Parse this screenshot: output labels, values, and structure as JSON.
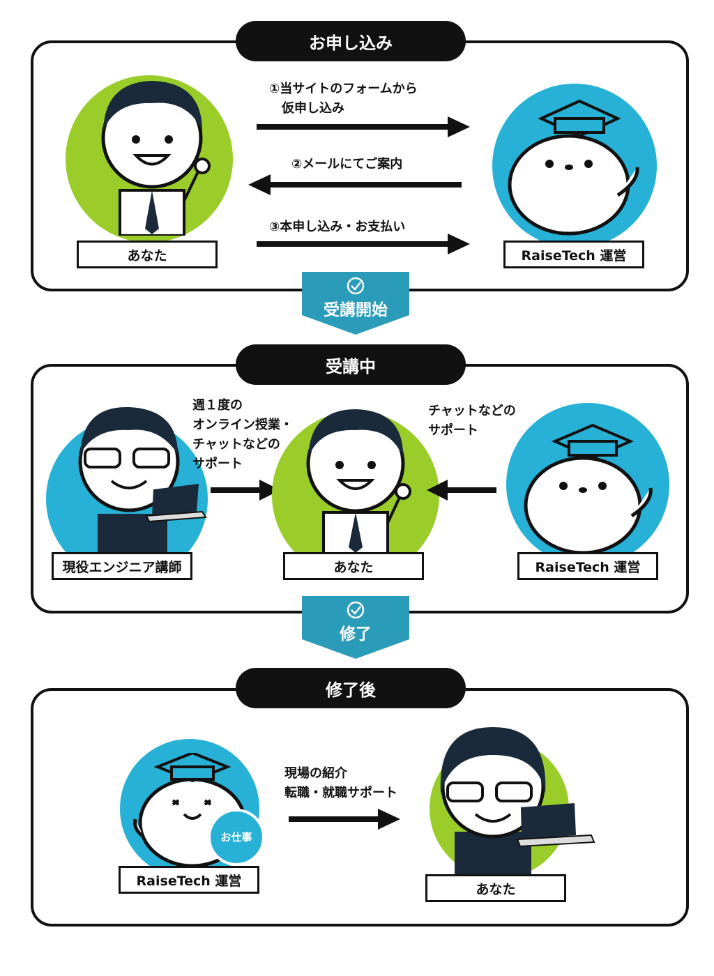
{
  "sections": {
    "apply": {
      "title": "お申し込み",
      "steps": [
        "①当サイトのフォームから\n　仮申し込み",
        "②メールにてご案内",
        "③本申し込み・お支払い"
      ],
      "you_label": "あなた",
      "raisetech_label": "RaiseTech 運営"
    },
    "studying": {
      "title": "受講中",
      "left_text": "週１度の\nオンライン授業・\nチャットなどの\nサポート",
      "right_text": "チャットなどの\nサポート",
      "instructor_label": "現役エンジニア講師",
      "you_label": "あなた",
      "raisetech_label": "RaiseTech 運営"
    },
    "after": {
      "title": "修了後",
      "text": "現場の紹介\n転職・就職サポート",
      "badge": "お仕事",
      "raisetech_label": "RaiseTech 運営",
      "you_label": "あなた"
    }
  },
  "transitions": {
    "start": "受講開始",
    "complete": "修了"
  },
  "colors": {
    "green": "#9acd2a",
    "blue": "#27b1d6",
    "teal_banner": "#2a9bb8",
    "dark": "#111111"
  }
}
